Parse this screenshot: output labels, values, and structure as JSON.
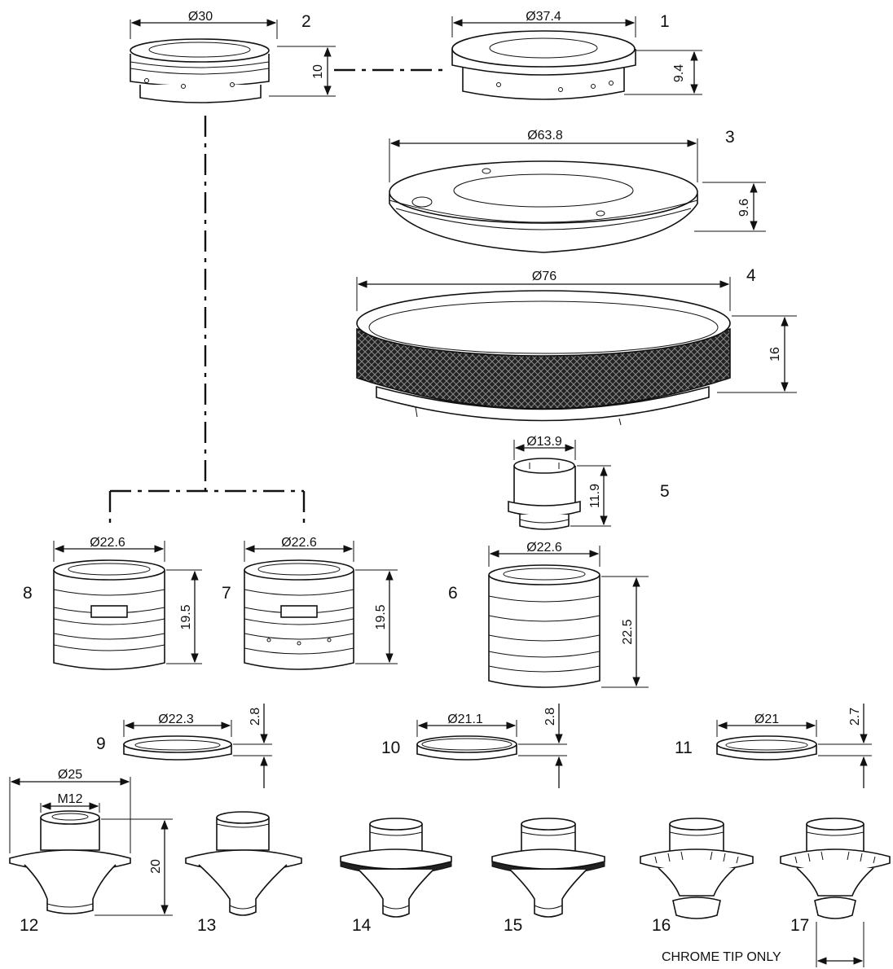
{
  "parts": [
    {
      "id": "1",
      "dia": "37.4",
      "h": "9.4"
    },
    {
      "id": "2",
      "dia": "30",
      "h": "10"
    },
    {
      "id": "3",
      "dia": "63.8",
      "h": "9.6"
    },
    {
      "id": "4",
      "dia": "76",
      "h": "16"
    },
    {
      "id": "5",
      "dia": "13.9",
      "h": "11.9"
    },
    {
      "id": "6",
      "dia": "22.6",
      "h": "22.5"
    },
    {
      "id": "7",
      "dia": "22.6",
      "h": "19.5"
    },
    {
      "id": "8",
      "dia": "22.6",
      "h": "19.5"
    },
    {
      "id": "9",
      "dia": "22.3",
      "h": "2.8"
    },
    {
      "id": "10",
      "dia": "21.1",
      "h": "2.8"
    },
    {
      "id": "11",
      "dia": "21",
      "h": "2.7"
    },
    {
      "id": "12",
      "dia": "25",
      "thread": "M12",
      "h": "20"
    },
    {
      "id": "13"
    },
    {
      "id": "14"
    },
    {
      "id": "15"
    },
    {
      "id": "16"
    },
    {
      "id": "17"
    }
  ],
  "diameter_symbol": "Ø",
  "note": "CHROME TIP ONLY"
}
